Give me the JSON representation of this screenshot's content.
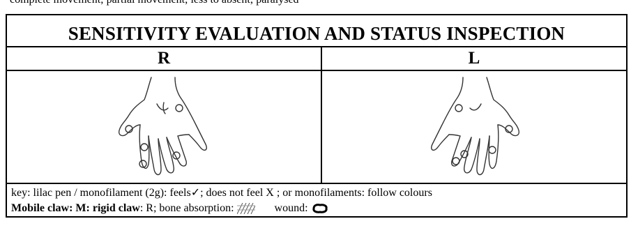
{
  "top_partial_text": "complete movement;    partial movement;    less to absent;    paralysed",
  "title": "SENSITIVITY EVALUATION AND STATUS INSPECTION",
  "columns": {
    "right": "R",
    "left": "L"
  },
  "key": {
    "line1": "key: lilac pen / monofilament (2g): feels✓;  does not feel X ; or monofilaments: follow colours",
    "mobile_claw_label": "Mobile claw: M:",
    "rigid_claw_label": "rigid claw",
    "rigid_claw_code": ": R;",
    "bone_absorption_label": "bone absorption:",
    "wound_label": "wound:"
  },
  "icons": {
    "right_hand": "hand-diagram-icon",
    "left_hand": "hand-diagram-icon",
    "bone_absorption": "hatched-pattern-icon",
    "wound": "wound-outline-icon"
  }
}
